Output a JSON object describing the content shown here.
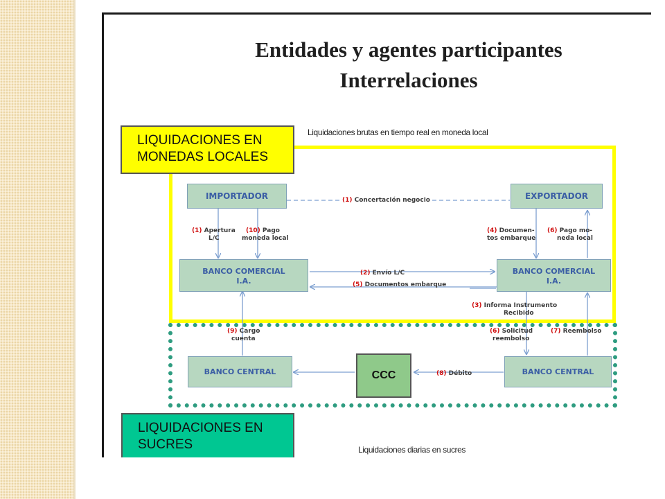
{
  "title": {
    "line1": "Entidades y agentes participantes",
    "line2": "Interrelaciones"
  },
  "regions": {
    "local": {
      "label_line1": "LIQUIDACIONES EN",
      "label_line2": "MONEDAS LOCALES",
      "note": "Liquidaciones brutas en tiempo real en moneda local",
      "color": "#ffff00"
    },
    "sucres": {
      "label_line1": "LIQUIDACIONES EN",
      "label_line2": "SUCRES",
      "note": "Liquidaciones diarias en sucres",
      "color": "#00c792"
    }
  },
  "nodes": {
    "importador": "IMPORTADOR",
    "exportador": "EXPORTADOR",
    "banco_comercial_left_line1": "BANCO COMERCIAL",
    "banco_comercial_left_line2": "I.A.",
    "banco_comercial_right_line1": "BANCO COMERCIAL",
    "banco_comercial_right_line2": "I.A.",
    "banco_central_left": "BANCO CENTRAL",
    "banco_central_right": "BANCO CENTRAL",
    "ccc": "CCC"
  },
  "edges": {
    "e1_num": "(1)",
    "e1_text": "Concertación negocio",
    "apertura_num": "(1)",
    "apertura_line1": "Apertura",
    "apertura_line2": "L/C",
    "pago_num": "(10)",
    "pago_line1": "Pago",
    "pago_line2": "moneda local",
    "docs_num": "(4)",
    "docs_line1": "Documen-",
    "docs_line2": "tos embarque",
    "pagomon_num": "(6)",
    "pagomon_line1": "Pago mo-",
    "pagomon_line2": "neda local",
    "envio_num": "(2)",
    "envio_text": "Envío L/C",
    "docemb_num": "(5)",
    "docemb_text": "Documentos embarque",
    "informa_num": "(3)",
    "informa_line1": "Informa Instrumento",
    "informa_line2": "Recibido",
    "cargo_num": "(9)",
    "cargo_line1": "Cargo",
    "cargo_line2": "cuenta",
    "solicitud_num": "(6)",
    "solicitud_line1": "Solicitud",
    "solicitud_line2": "reembolso",
    "reembolso_num": "(7)",
    "reembolso_text": "Reembolso",
    "debito_num": "(8)",
    "debito_text": "Débito"
  }
}
